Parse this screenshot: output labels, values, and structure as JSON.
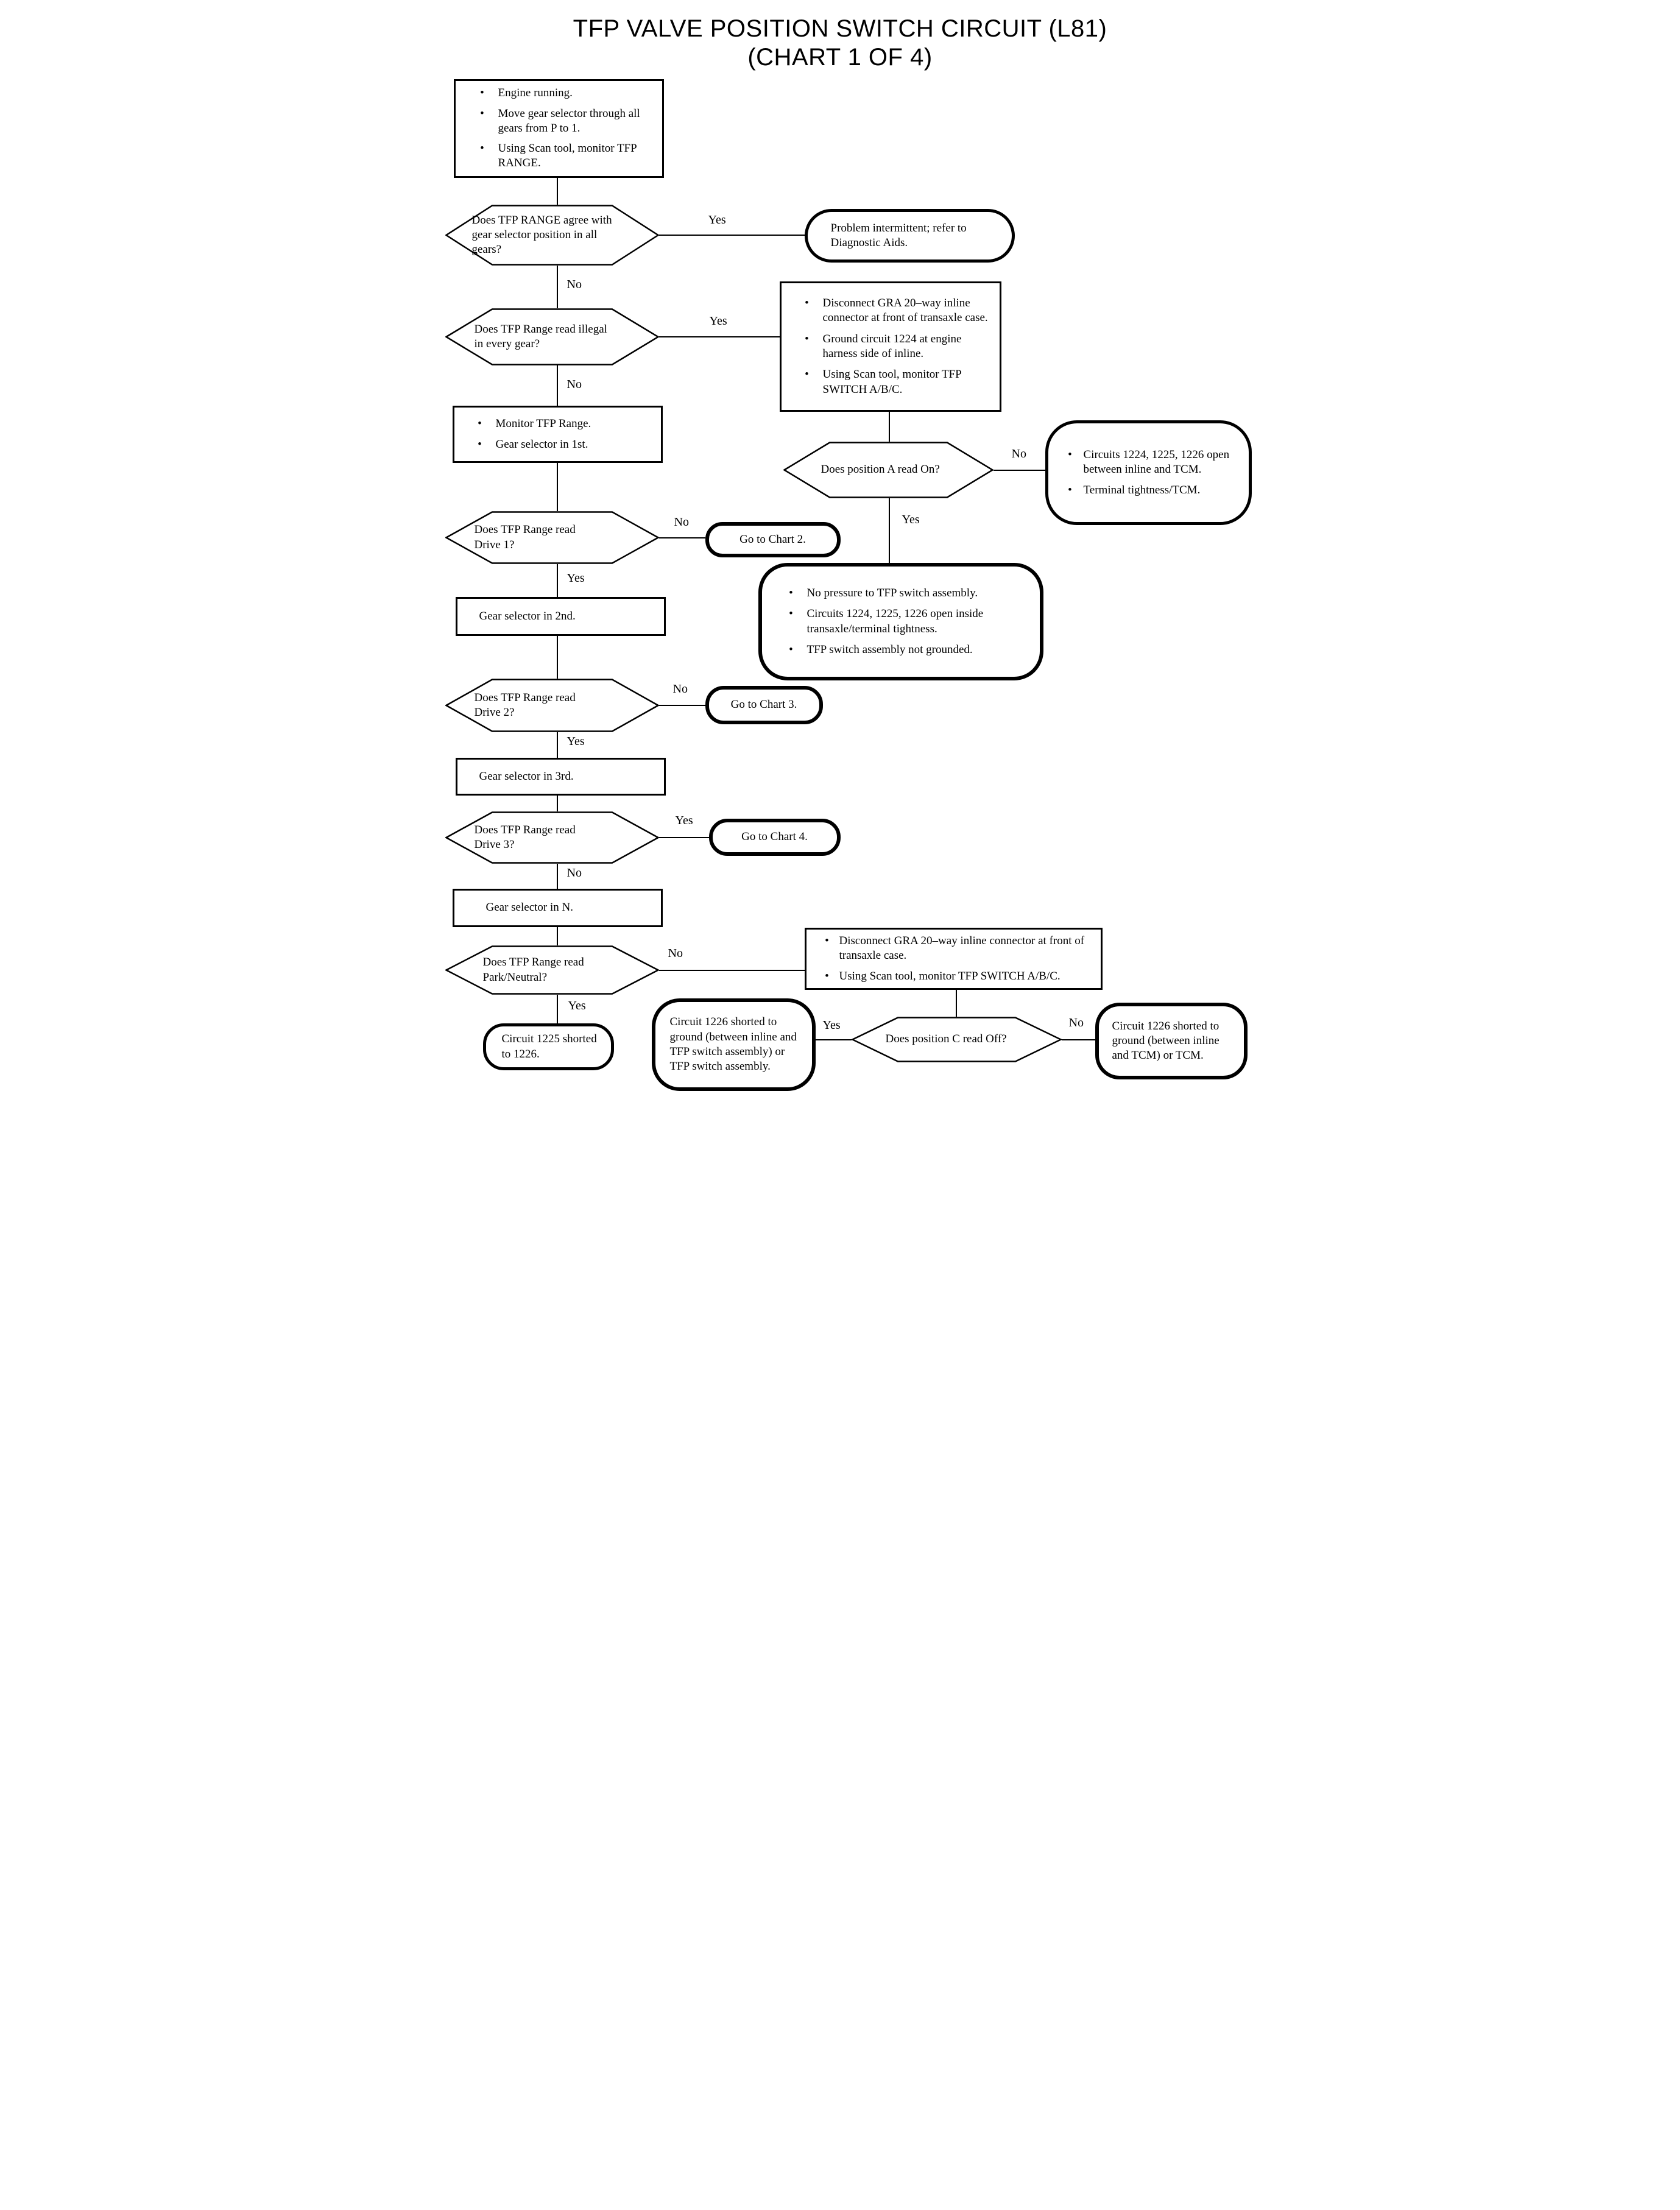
{
  "title": {
    "line1": "TFP VALVE POSITION SWITCH CIRCUIT (L81)",
    "line2": "(CHART 1 OF 4)"
  },
  "ui": {
    "bullet_glyph": "•"
  },
  "colors": {
    "ink": "#000000",
    "paper": "#ffffff"
  },
  "nodes": {
    "start": {
      "type": "process",
      "bullets": [
        "Engine running.",
        "Move gear selector through all gears from P to 1.",
        "Using Scan tool, monitor TFP RANGE."
      ]
    },
    "q_agree": {
      "type": "decision",
      "text": "Does TFP RANGE agree with gear selector position in all gears?"
    },
    "intermittent": {
      "type": "terminal",
      "text": "Problem intermittent; refer to Diagnostic Aids."
    },
    "disc_gra1": {
      "type": "process",
      "bullets": [
        "Disconnect GRA 20–way inline connector at front of transaxle case.",
        "Ground circuit 1224 at engine harness side of inline.",
        "Using Scan tool, monitor TFP SWITCH A/B/C."
      ]
    },
    "q_illegal": {
      "type": "decision",
      "text": "Does TFP Range read illegal in every gear?"
    },
    "monitor_1st": {
      "type": "process",
      "bullets": [
        "Monitor TFP Range.",
        "Gear selector in 1st."
      ]
    },
    "q_pos_a": {
      "type": "decision",
      "text": "Does position A read On?"
    },
    "circuits_open_tcm": {
      "type": "terminal",
      "bullets": [
        "Circuits 1224, 1225, 1226 open between inline and TCM.",
        "Terminal tightness/TCM."
      ]
    },
    "q_drive1": {
      "type": "decision",
      "text": "Does TFP Range read Drive 1?"
    },
    "chart2": {
      "type": "terminal",
      "text": "Go to Chart 2."
    },
    "no_pressure": {
      "type": "terminal",
      "bullets": [
        "No pressure to TFP switch assembly.",
        "Circuits 1224, 1225, 1226 open inside transaxle/terminal tightness.",
        "TFP switch assembly not grounded."
      ]
    },
    "gear2": {
      "type": "process",
      "text": "Gear selector in 2nd."
    },
    "q_drive2": {
      "type": "decision",
      "text": "Does TFP Range read Drive 2?"
    },
    "chart3": {
      "type": "terminal",
      "text": "Go to Chart 3."
    },
    "gear3": {
      "type": "process",
      "text": "Gear selector in 3rd."
    },
    "q_drive3": {
      "type": "decision",
      "text": "Does TFP Range read Drive 3?"
    },
    "chart4": {
      "type": "terminal",
      "text": "Go to Chart 4."
    },
    "gearN": {
      "type": "process",
      "text": "Gear selector in N."
    },
    "q_parkneutral": {
      "type": "decision",
      "text": "Does TFP Range read Park/Neutral?"
    },
    "disc_gra2": {
      "type": "process",
      "bullets": [
        "Disconnect GRA 20–way inline connector at front of transaxle case.",
        "Using Scan tool, monitor TFP SWITCH A/B/C."
      ]
    },
    "c1225_short": {
      "type": "terminal",
      "text": "Circuit 1225 shorted to 1226."
    },
    "c1226_short_tfp": {
      "type": "terminal",
      "text": "Circuit 1226 shorted to ground (between inline and TFP switch assembly) or TFP switch assembly."
    },
    "q_pos_c": {
      "type": "decision",
      "text": "Does position C read Off?"
    },
    "c1226_short_tcm": {
      "type": "terminal",
      "text": "Circuit 1226 shorted to ground (between inline and TCM) or TCM."
    }
  },
  "edges": [
    {
      "from": "start",
      "to": "q_agree",
      "label": ""
    },
    {
      "from": "q_agree",
      "to": "intermittent",
      "label": "Yes"
    },
    {
      "from": "q_agree",
      "to": "q_illegal",
      "label": "No"
    },
    {
      "from": "q_illegal",
      "to": "disc_gra1",
      "label": "Yes"
    },
    {
      "from": "q_illegal",
      "to": "monitor_1st",
      "label": "No"
    },
    {
      "from": "disc_gra1",
      "to": "q_pos_a",
      "label": ""
    },
    {
      "from": "q_pos_a",
      "to": "circuits_open_tcm",
      "label": "No"
    },
    {
      "from": "q_pos_a",
      "to": "no_pressure",
      "label": "Yes"
    },
    {
      "from": "monitor_1st",
      "to": "q_drive1",
      "label": ""
    },
    {
      "from": "q_drive1",
      "to": "chart2",
      "label": "No"
    },
    {
      "from": "q_drive1",
      "to": "gear2",
      "label": "Yes"
    },
    {
      "from": "gear2",
      "to": "q_drive2",
      "label": ""
    },
    {
      "from": "q_drive2",
      "to": "chart3",
      "label": "No"
    },
    {
      "from": "q_drive2",
      "to": "gear3",
      "label": "Yes"
    },
    {
      "from": "gear3",
      "to": "q_drive3",
      "label": ""
    },
    {
      "from": "q_drive3",
      "to": "chart4",
      "label": "Yes"
    },
    {
      "from": "q_drive3",
      "to": "gearN",
      "label": "No"
    },
    {
      "from": "gearN",
      "to": "q_parkneutral",
      "label": ""
    },
    {
      "from": "q_parkneutral",
      "to": "disc_gra2",
      "label": "No"
    },
    {
      "from": "q_parkneutral",
      "to": "c1225_short",
      "label": "Yes"
    },
    {
      "from": "disc_gra2",
      "to": "q_pos_c",
      "label": ""
    },
    {
      "from": "q_pos_c",
      "to": "c1226_short_tfp",
      "label": "Yes"
    },
    {
      "from": "q_pos_c",
      "to": "c1226_short_tcm",
      "label": "No"
    }
  ]
}
